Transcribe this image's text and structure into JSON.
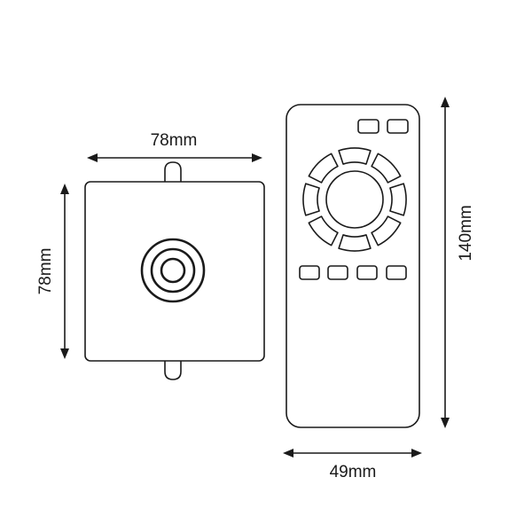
{
  "figure": {
    "line_color": "#1a1a1a",
    "background": "#ffffff"
  },
  "receiver": {
    "width_label": "78mm",
    "height_label": "78mm"
  },
  "remote": {
    "height_label": "140mm",
    "width_label": "49mm",
    "top_buttons": 2,
    "ring_segments": 8,
    "bottom_buttons": 4
  }
}
